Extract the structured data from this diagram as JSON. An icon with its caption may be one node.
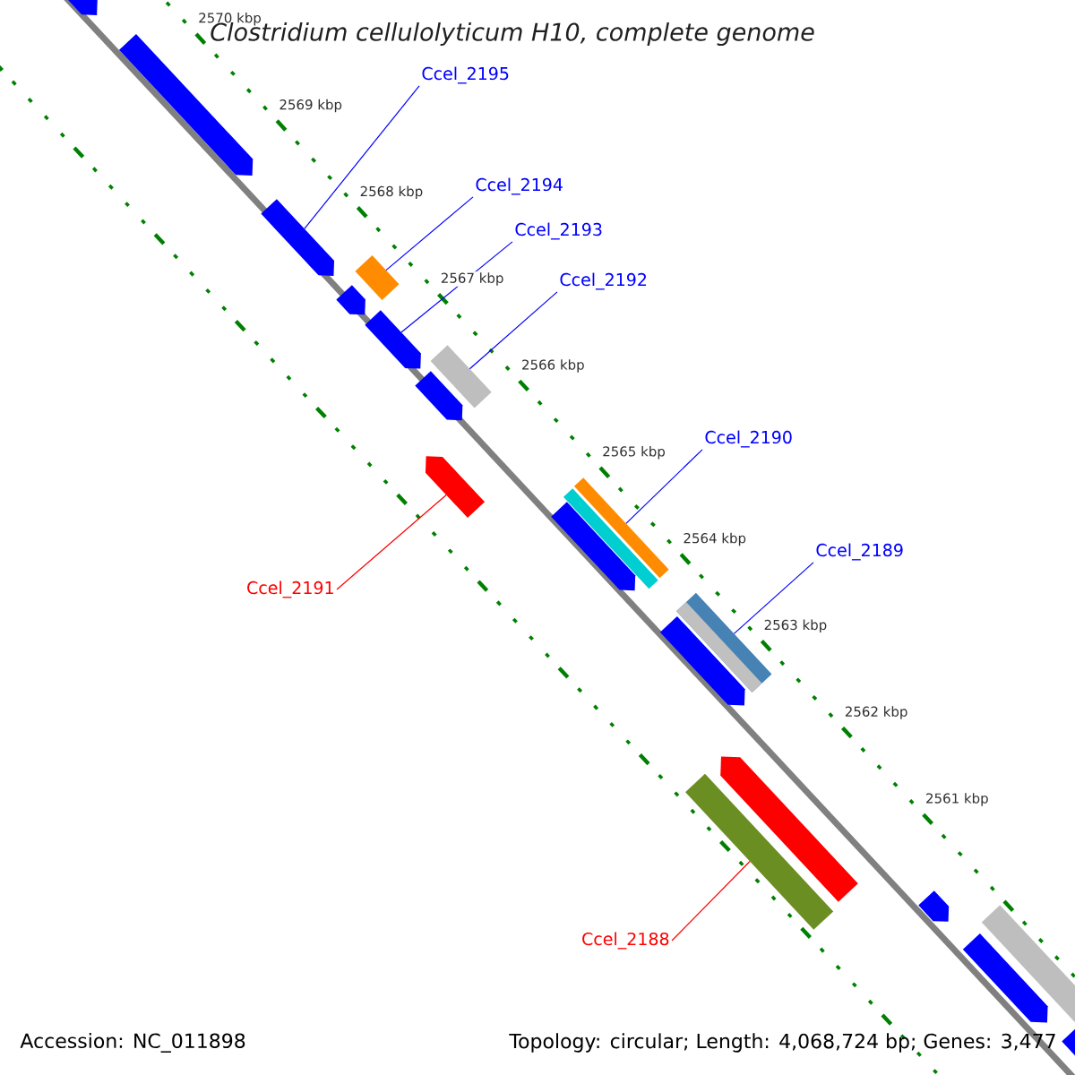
{
  "diagram": {
    "title": "Clostridium cellulolyticum H10, complete genome",
    "nodes": [
      {
        "text": [
          "Ccel_2195"
        ]
      },
      {
        "text": [
          "Ccel_2194"
        ]
      },
      {
        "text": [
          "Ccel_2193"
        ]
      },
      {
        "text": [
          "Ccel_2192"
        ]
      },
      {
        "text": [
          "Ccel_2190"
        ]
      },
      {
        "text": [
          "Ccel_2191"
        ]
      },
      {
        "text": [
          "Ccel_2189"
        ]
      },
      {
        "text": [
          "Ccel_2188"
        ]
      },
      {
        "text": [],
        "shape": "pentagon"
      },
      {
        "text": [],
        "shape": "pentagon"
      },
      {
        "text": [],
        "shape": "pentagon"
      },
      {
        "text": [],
        "shape": "pentagon"
      },
      {
        "text": [],
        "shape": "bar"
      },
      {
        "text": [],
        "shape": "pentagon"
      },
      {
        "text": [],
        "shape": "pentagon"
      },
      {
        "text": [],
        "shape": "bar"
      },
      {
        "text": [],
        "shape": "pentagon"
      },
      {
        "text": [],
        "shape": "pentagon"
      },
      {
        "text": [],
        "shape": "bar"
      },
      {
        "text": [],
        "shape": "bar"
      },
      {
        "text": [],
        "shape": "pentagon"
      },
      {
        "text": [],
        "shape": "bar"
      },
      {
        "text": [],
        "shape": "bar"
      },
      {
        "text": [],
        "shape": "pentagon"
      },
      {
        "text": [],
        "shape": "pentagon"
      },
      {
        "text": [],
        "shape": "pentagon"
      },
      {
        "text": [],
        "shape": "bar"
      },
      {
        "text": [],
        "shape": "pentagon"
      }
    ],
    "edges": [
      {
        "from": 0,
        "to": 10,
        "arrow": "none"
      },
      {
        "from": 1,
        "to": 12,
        "arrow": "none"
      },
      {
        "from": 2,
        "to": 13,
        "arrow": "none"
      },
      {
        "from": 3,
        "to": 15,
        "arrow": "none"
      },
      {
        "from": 4,
        "to": 19,
        "arrow": "none"
      },
      {
        "from": 5,
        "to": 16,
        "arrow": "none",
        "color": "#ff0000"
      },
      {
        "from": 6,
        "to": 21,
        "arrow": "none"
      },
      {
        "from": 7,
        "to": 22,
        "arrow": "none",
        "color": "#ff0000"
      }
    ],
    "labels": [
      "2570 kbp",
      "2569 kbp",
      "2568 kbp",
      "2567 kbp",
      "2566 kbp",
      "2565 kbp",
      "2564 kbp",
      "2563 kbp",
      "2562 kbp",
      "2561 kbp",
      "Accession: NC_011898",
      "Topology: circular; Length: 4,068,724 bp; Genes: 3,477"
    ]
  }
}
